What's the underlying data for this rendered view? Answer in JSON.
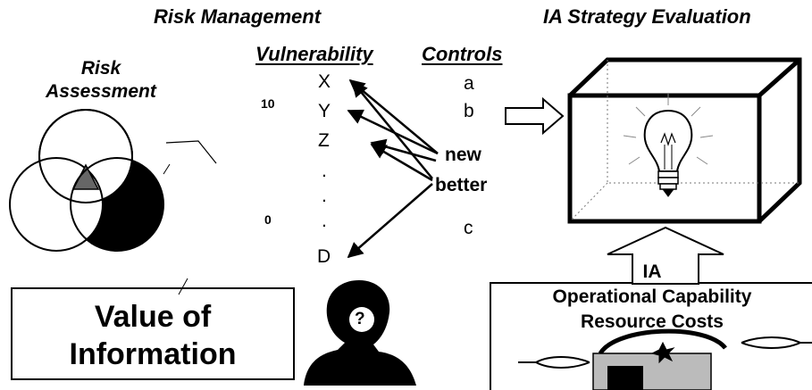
{
  "titles": {
    "risk_management": "Risk  Management",
    "ia_strategy": "IA Strategy Evaluation"
  },
  "risk_assessment": {
    "line1": "Risk",
    "line2": "Assessment"
  },
  "headers": {
    "vulnerability": "Vulnerability",
    "controls": "Controls"
  },
  "scale": {
    "top": "10",
    "bottom": "0"
  },
  "vulnerabilities": [
    "X",
    "Y",
    "Z",
    ".",
    ".",
    ".",
    "D"
  ],
  "controls": {
    "a": "a",
    "b": "b",
    "new": "new",
    "better": "better",
    "c": "c"
  },
  "value_of_information": {
    "line1": "Value of",
    "line2": "Information"
  },
  "question_mark": "?",
  "ia_panel": {
    "line1": "IA",
    "line2": "Operational Capability",
    "line3": "Resource Costs"
  }
}
